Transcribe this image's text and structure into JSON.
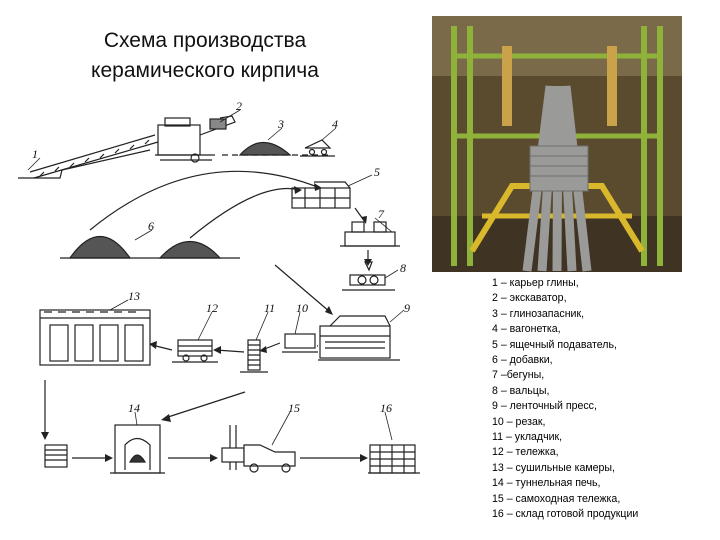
{
  "title": {
    "line1": "Схема производства",
    "line2": "керамического кирпича"
  },
  "diagram": {
    "callouts": [
      "1",
      "2",
      "3",
      "4",
      "5",
      "6",
      "7",
      "8",
      "9",
      "10",
      "11",
      "12",
      "13",
      "14",
      "15",
      "16"
    ]
  },
  "legend": [
    "1 – карьер глины,",
    " 2 – экскаватор,",
    " 3 – глинозапасник,",
    " 4 – вагонетка,",
    " 5 – ящечный подаватель,",
    " 6 – добавки,",
    " 7 –бегуны,",
    " 8 – вальцы,",
    "  9 – ленточный пресс,",
    "10 – резак,",
    "11 – укладчик,",
    "12 – тележка,",
    "13 – сушильные камеры,",
    "14 – туннельная печь,",
    "15 – самоходная тележка,",
    "16 – склад готовой продукции"
  ],
  "colors": {
    "line": "#222222",
    "photo_bg": "#5a4a2e",
    "frame_green": "#8fb23a",
    "rail_yellow": "#d9b82c",
    "brick_gray": "#9a9a98"
  }
}
